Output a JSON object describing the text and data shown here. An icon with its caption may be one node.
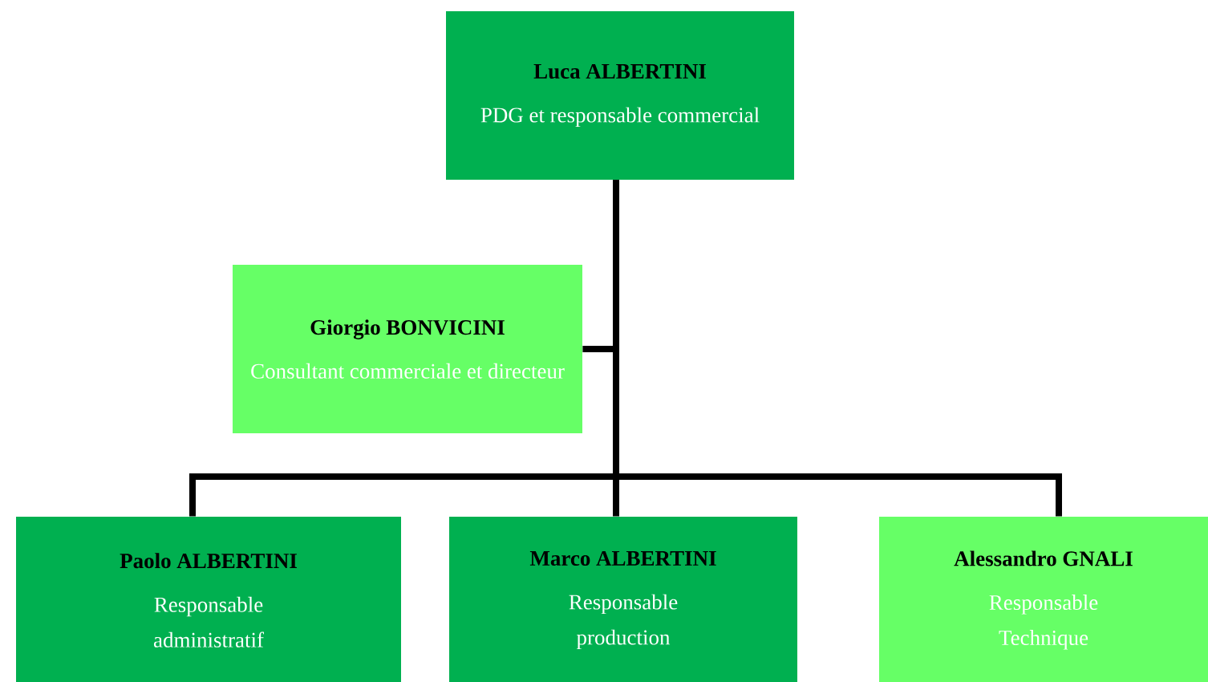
{
  "diagram": {
    "nodes": [
      {
        "text": [
          "Luca ALBERTINI",
          "PDG et responsable commercial"
        ]
      },
      {
        "text": [
          "Giorgio BONVICINI",
          "Consultant commerciale et directeur"
        ]
      },
      {
        "text": [
          "Paolo ALBERTINI",
          "Responsable administratif"
        ]
      },
      {
        "text": [
          "Marco ALBERTINI",
          "Responsable production"
        ]
      },
      {
        "text": [
          "Alessandro GNALI",
          "Responsable Technique"
        ]
      }
    ],
    "edges": [
      {
        "from": 0,
        "to": 1,
        "arrow": "none"
      },
      {
        "from": 0,
        "to": 2,
        "arrow": "none"
      },
      {
        "from": 0,
        "to": 3,
        "arrow": "none"
      },
      {
        "from": 0,
        "to": 4,
        "arrow": "none"
      }
    ]
  }
}
